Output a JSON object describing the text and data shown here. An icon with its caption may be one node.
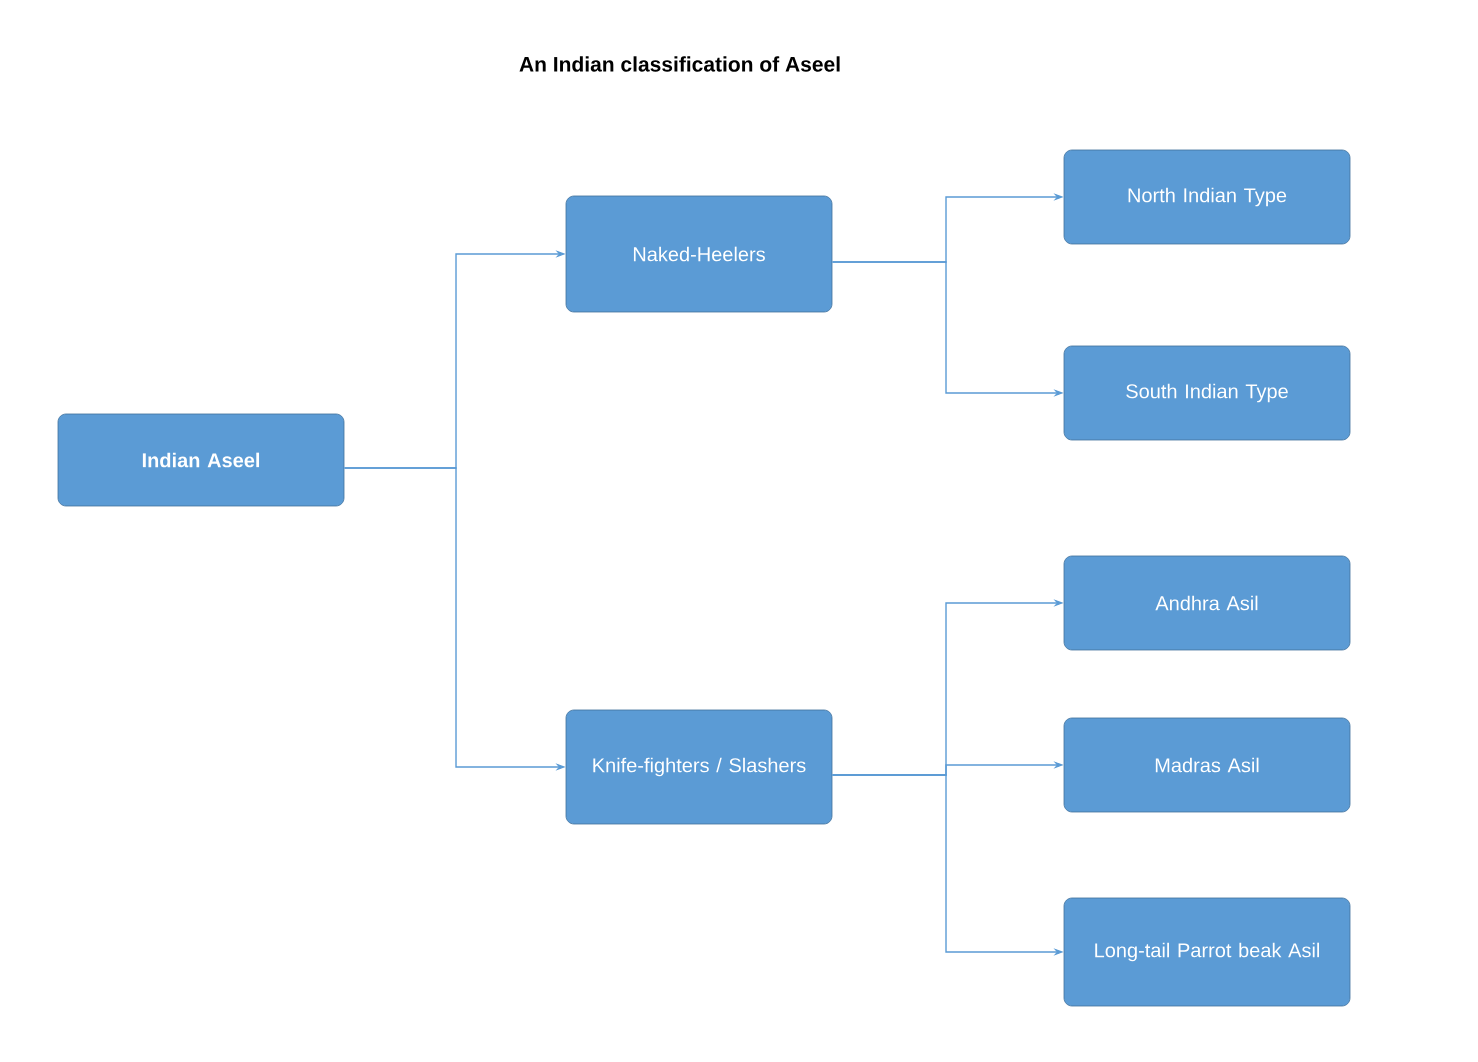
{
  "diagram": {
    "title": "An Indian classification of Aseel",
    "nodes": [
      {
        "text": [
          "Indian Aseel"
        ]
      },
      {
        "text": [
          "Naked-Heelers"
        ]
      },
      {
        "text": [
          "Knife-fighters / Slashers"
        ]
      },
      {
        "text": [
          "North Indian Type"
        ]
      },
      {
        "text": [
          "South Indian Type"
        ]
      },
      {
        "text": [
          "Andhra Asil"
        ]
      },
      {
        "text": [
          "Madras Asil"
        ]
      },
      {
        "text": [
          "Long-tail Parrot beak Asil"
        ]
      }
    ],
    "edges": [
      {
        "from": 0,
        "to": 1,
        "arrow": "to"
      },
      {
        "from": 0,
        "to": 2,
        "arrow": "to"
      },
      {
        "from": 1,
        "to": 3,
        "arrow": "to"
      },
      {
        "from": 1,
        "to": 4,
        "arrow": "to"
      },
      {
        "from": 2,
        "to": 5,
        "arrow": "to"
      },
      {
        "from": 2,
        "to": 6,
        "arrow": "to"
      },
      {
        "from": 2,
        "to": 7,
        "arrow": "to"
      }
    ]
  }
}
